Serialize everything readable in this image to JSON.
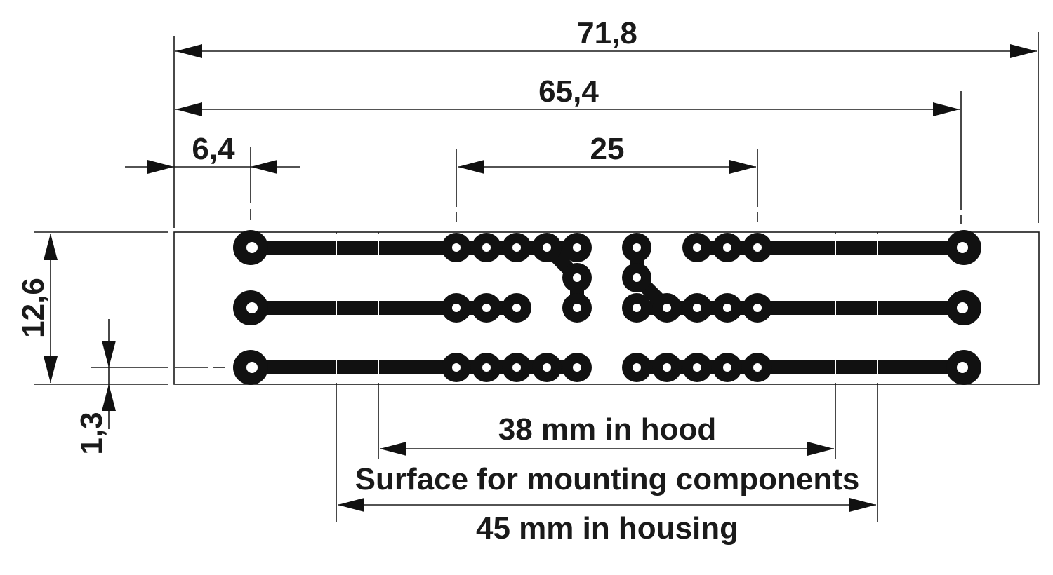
{
  "dimensions": {
    "overall_length": "71,8",
    "pin_span": "65,4",
    "edge_to_first_pin": "6,4",
    "center_span": "25",
    "board_height": "12,6",
    "edge_to_row": "1,3"
  },
  "captions": {
    "hood": "38 mm in hood",
    "mounting_surface": "Surface for mounting components",
    "housing": "45 mm in housing"
  }
}
